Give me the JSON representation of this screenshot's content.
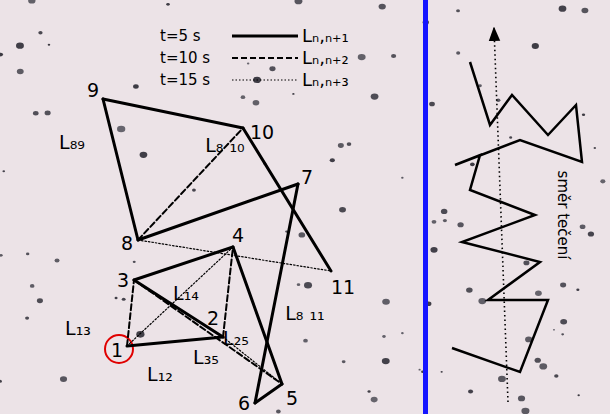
{
  "diagram": {
    "nodes": [
      {
        "text": [
          "1"
        ]
      },
      {
        "text": [
          "2"
        ]
      },
      {
        "text": [
          "3"
        ]
      },
      {
        "text": [
          "4"
        ]
      },
      {
        "text": [
          "5"
        ]
      },
      {
        "text": [
          "6"
        ]
      },
      {
        "text": [
          "7"
        ]
      },
      {
        "text": [
          "8"
        ]
      },
      {
        "text": [
          "9"
        ]
      },
      {
        "text": [
          "10"
        ]
      },
      {
        "text": [
          "11"
        ]
      }
    ],
    "edges": [
      {
        "from": 0,
        "to": 1,
        "arrow": "none",
        "label": "L₁₂"
      },
      {
        "from": 1,
        "to": 2,
        "arrow": "none"
      },
      {
        "from": 2,
        "to": 3,
        "arrow": "none"
      },
      {
        "from": 3,
        "to": 4,
        "arrow": "none"
      },
      {
        "from": 4,
        "to": 5,
        "arrow": "none"
      },
      {
        "from": 5,
        "to": 6,
        "arrow": "none"
      },
      {
        "from": 6,
        "to": 7,
        "arrow": "none"
      },
      {
        "from": 7,
        "to": 8,
        "arrow": "none",
        "label": "L₈₉"
      },
      {
        "from": 8,
        "to": 9,
        "arrow": "none"
      },
      {
        "from": 9,
        "to": 10,
        "arrow": "none"
      },
      {
        "from": 0,
        "to": 2,
        "arrow": "none",
        "label": "L₁₃"
      },
      {
        "from": 1,
        "to": 3,
        "arrow": "none"
      },
      {
        "from": 2,
        "to": 4,
        "arrow": "none",
        "label": "L₃₅"
      },
      {
        "from": 7,
        "to": 9,
        "arrow": "none",
        "label": "L₈ ₁₀"
      },
      {
        "from": 0,
        "to": 3,
        "arrow": "none",
        "label": "L₁₄"
      },
      {
        "from": 1,
        "to": 4,
        "arrow": "none",
        "label": "L₂₅"
      },
      {
        "from": 7,
        "to": 10,
        "arrow": "none",
        "label": "L₈ ₁₁"
      }
    ],
    "labels": [
      "Lₙ,ₙ₊₁",
      "Lₙ,ₙ₊₂",
      "Lₙ,ₙ₊₃",
      "směr tečení"
    ],
    "legend": [
      {
        "text": "t=5 s"
      },
      {
        "text": "t=10 s"
      },
      {
        "text": "t=15 s"
      }
    ]
  }
}
